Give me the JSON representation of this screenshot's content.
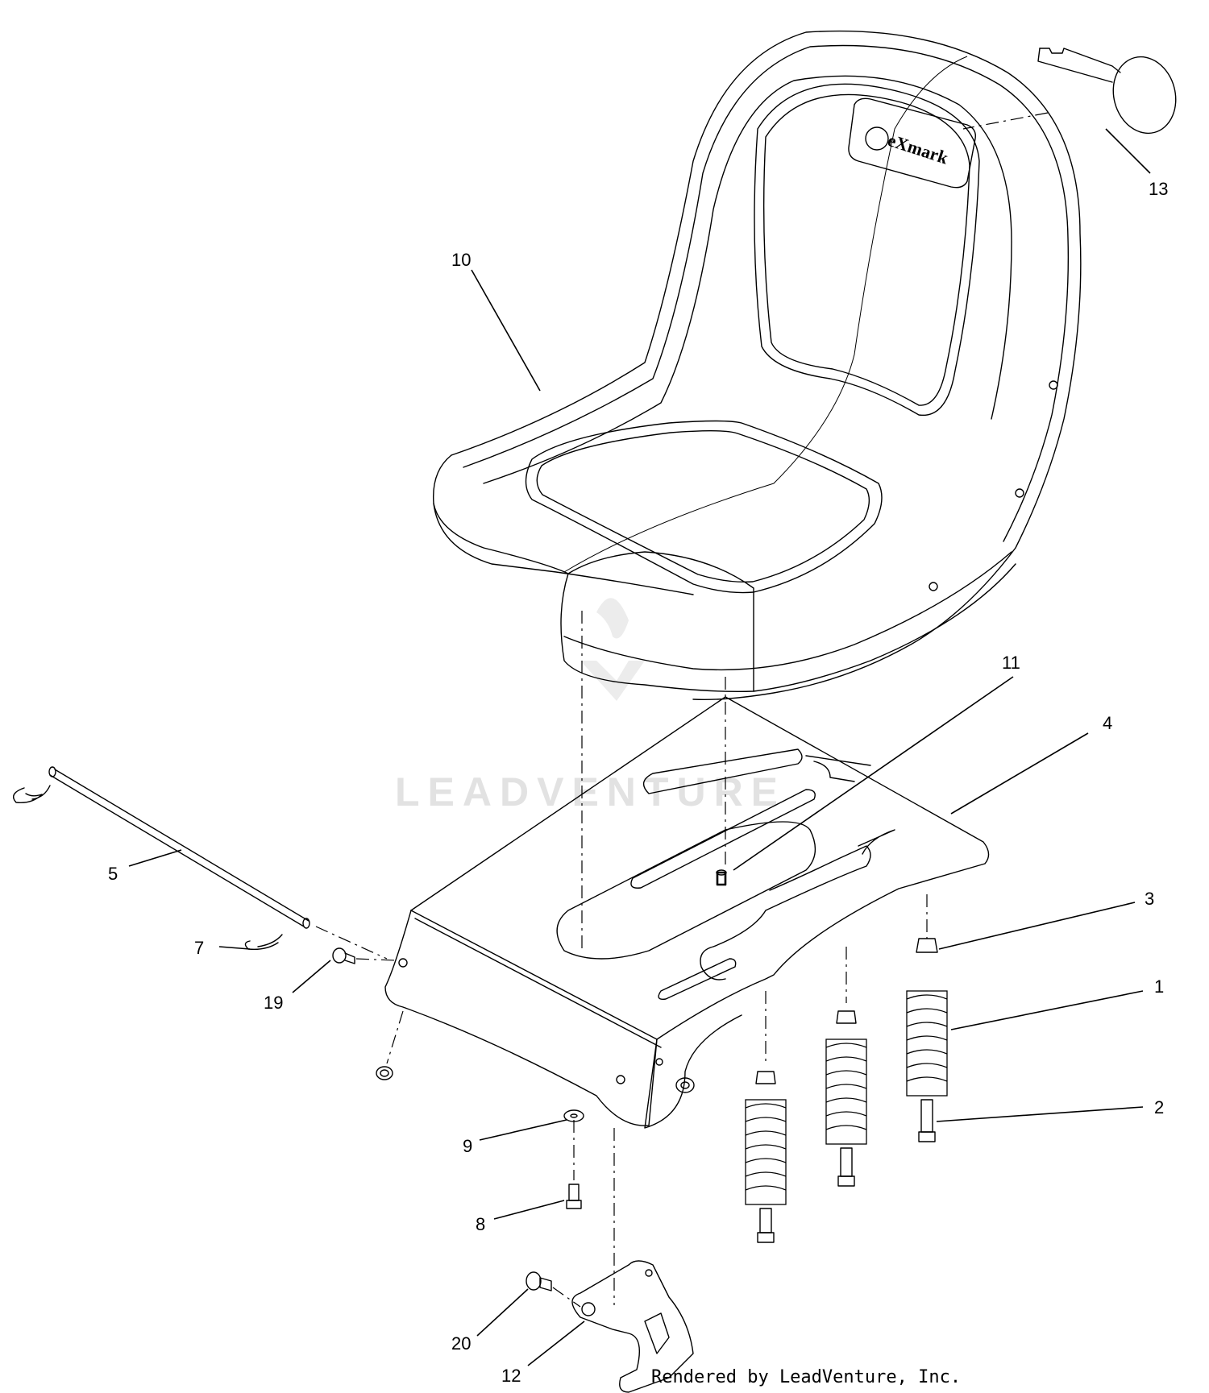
{
  "diagram": {
    "callouts": [
      {
        "id": "c1",
        "label": "1"
      },
      {
        "id": "c2",
        "label": "2"
      },
      {
        "id": "c3",
        "label": "3"
      },
      {
        "id": "c4",
        "label": "4"
      },
      {
        "id": "c5",
        "label": "5"
      },
      {
        "id": "c7",
        "label": "7"
      },
      {
        "id": "c8",
        "label": "8"
      },
      {
        "id": "c9",
        "label": "9"
      },
      {
        "id": "c10",
        "label": "10"
      },
      {
        "id": "c11",
        "label": "11"
      },
      {
        "id": "c12",
        "label": "12"
      },
      {
        "id": "c13",
        "label": "13"
      },
      {
        "id": "c19",
        "label": "19"
      },
      {
        "id": "c20",
        "label": "20"
      }
    ],
    "seat_logo": "eXmark",
    "watermark": "LEADVENTURE",
    "render_note": "Rendered by LeadVenture, Inc."
  }
}
